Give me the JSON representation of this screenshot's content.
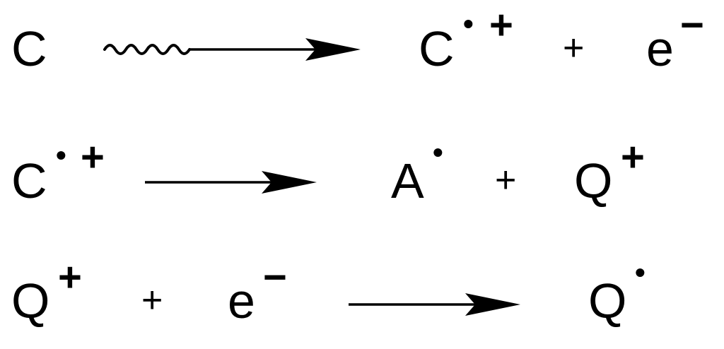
{
  "reactions": [
    {
      "reactant_1": "C",
      "product_1": "C",
      "product_1_radical": "•",
      "product_1_charge": "+",
      "plus": "+",
      "product_2": "e",
      "product_2_charge": "−",
      "arrow_style": "photo-wavy"
    },
    {
      "reactant_1": "C",
      "reactant_1_radical": "•",
      "reactant_1_charge": "+",
      "product_1": "A",
      "product_1_radical": "•",
      "plus": "+",
      "product_2": "Q",
      "product_2_charge": "+",
      "arrow_style": "straight"
    },
    {
      "reactant_1": "Q",
      "reactant_1_charge": "+",
      "plus": "+",
      "reactant_2": "e",
      "reactant_2_charge": "−",
      "product_1": "Q",
      "product_1_radical": "•",
      "arrow_style": "straight"
    }
  ],
  "colors": {
    "ink": "#000000",
    "background": "#ffffff"
  }
}
